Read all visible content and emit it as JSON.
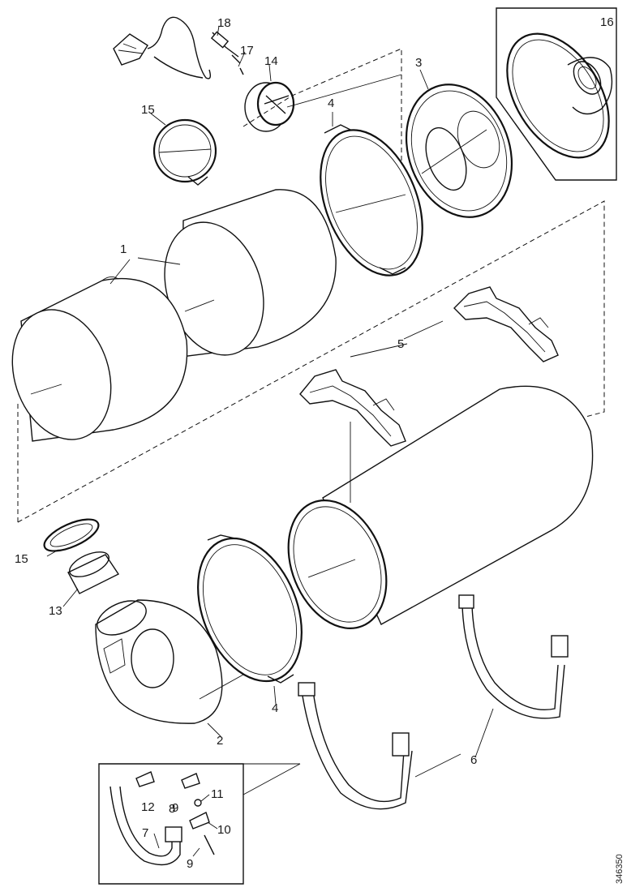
{
  "callouts": [
    {
      "id": "c1",
      "text": "1"
    },
    {
      "id": "c2",
      "text": "2"
    },
    {
      "id": "c3",
      "text": "3"
    },
    {
      "id": "c4a",
      "text": "4"
    },
    {
      "id": "c4b",
      "text": "4"
    },
    {
      "id": "c5",
      "text": "5"
    },
    {
      "id": "c6",
      "text": "6"
    },
    {
      "id": "c7",
      "text": "7"
    },
    {
      "id": "c8",
      "text": "8"
    },
    {
      "id": "c9a",
      "text": "9"
    },
    {
      "id": "c9b",
      "text": "9"
    },
    {
      "id": "c10",
      "text": "10"
    },
    {
      "id": "c11",
      "text": "11"
    },
    {
      "id": "c12",
      "text": "12"
    },
    {
      "id": "c13",
      "text": "13"
    },
    {
      "id": "c14",
      "text": "14"
    },
    {
      "id": "c15a",
      "text": "15"
    },
    {
      "id": "c15b",
      "text": "15"
    },
    {
      "id": "c16",
      "text": "16"
    },
    {
      "id": "c17",
      "text": "17"
    },
    {
      "id": "c18",
      "text": "18"
    }
  ],
  "document_id": "346350"
}
